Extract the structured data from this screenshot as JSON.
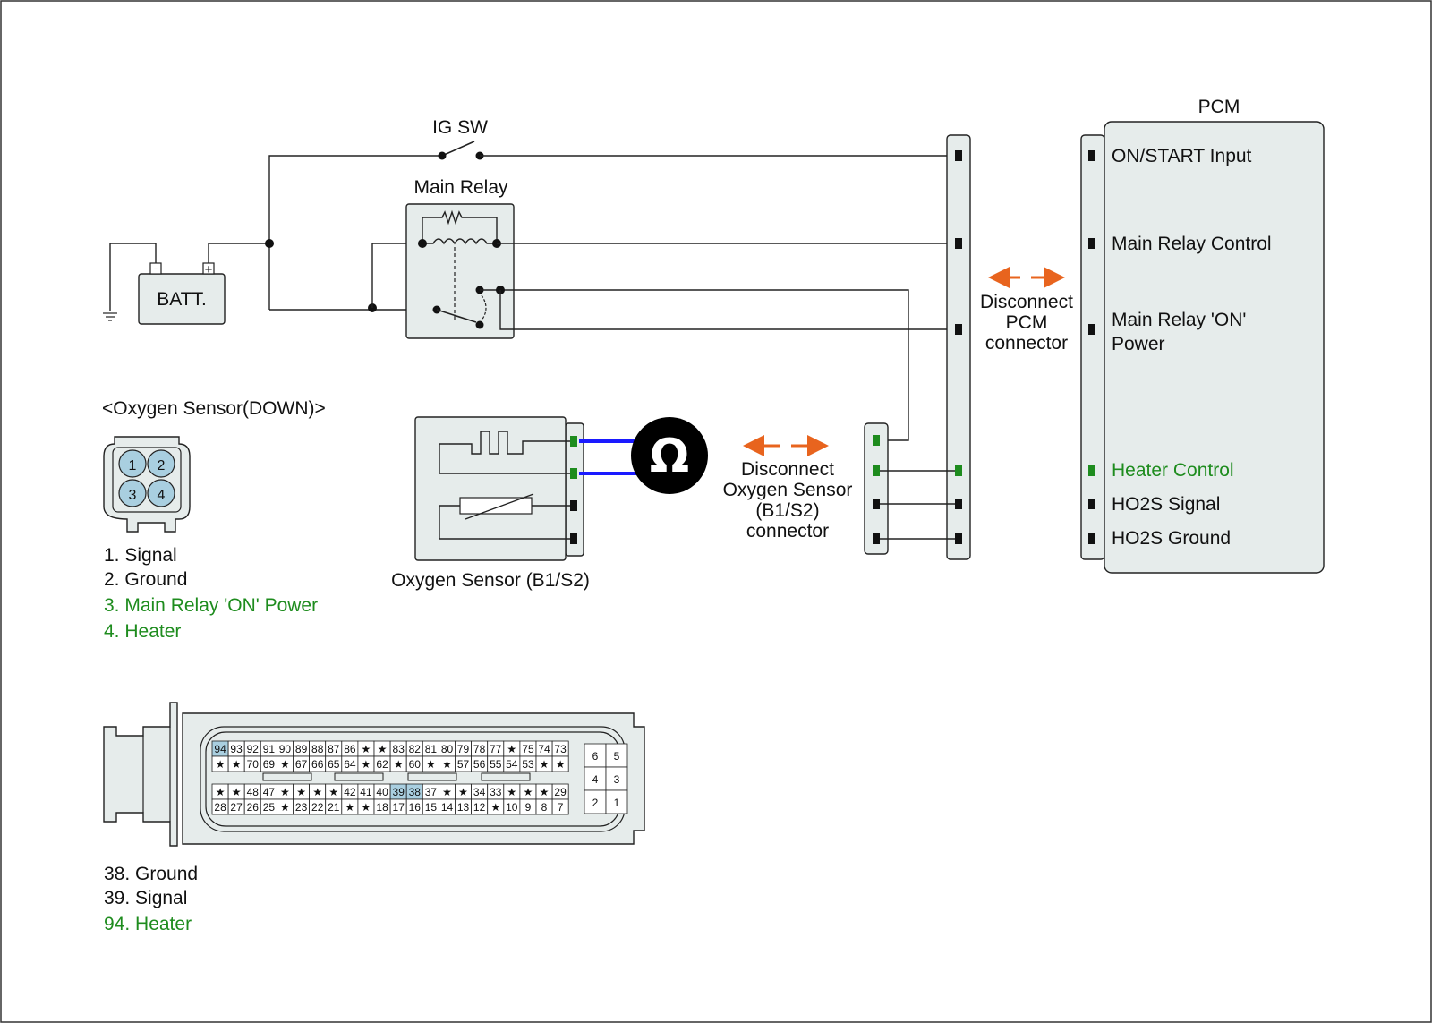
{
  "labels": {
    "ig_sw": "IG SW",
    "main_relay": "Main Relay",
    "batt": "BATT.",
    "batt_minus": "-",
    "batt_plus": "+",
    "pcm": "PCM",
    "o2_sensor_down_title": "<Oxygen Sensor(DOWN)>",
    "o2_sensor_b1s2": "Oxygen Sensor (B1/S2)",
    "ohm_symbol": "Ω",
    "disconnect_pcm": [
      "Disconnect",
      "PCM",
      "connector"
    ],
    "disconnect_o2": [
      "Disconnect",
      "Oxygen Sensor",
      "(B1/S2)",
      "connector"
    ]
  },
  "pcm_pins": [
    {
      "label": "ON/START Input",
      "highlight": false
    },
    {
      "label": "Main Relay Control",
      "highlight": false
    },
    {
      "label": "Main Relay 'ON'",
      "highlight": false
    },
    {
      "label": "Power",
      "highlight": false
    },
    {
      "label": "Heater Control",
      "highlight": true
    },
    {
      "label": "HO2S  Signal",
      "highlight": false
    },
    {
      "label": "HO2S  Ground",
      "highlight": false
    }
  ],
  "o2_pin_numbers": [
    "1",
    "2",
    "3",
    "4"
  ],
  "o2_pin_legend": [
    {
      "text": "1. Signal",
      "highlight": false
    },
    {
      "text": "2. Ground",
      "highlight": false
    },
    {
      "text": "3. Main Relay 'ON' Power",
      "highlight": true
    },
    {
      "text": "4. Heater",
      "highlight": true
    }
  ],
  "pcm_connector": {
    "row1": [
      "94",
      "93",
      "92",
      "91",
      "90",
      "89",
      "88",
      "87",
      "86",
      "★",
      "★",
      "83",
      "82",
      "81",
      "80",
      "79",
      "78",
      "77",
      "★",
      "75",
      "74",
      "73"
    ],
    "row2": [
      "★",
      "★",
      "70",
      "69",
      "★",
      "67",
      "66",
      "65",
      "64",
      "★",
      "62",
      "★",
      "60",
      "★",
      "★",
      "57",
      "56",
      "55",
      "54",
      "53",
      "★",
      "★"
    ],
    "row3": [
      "★",
      "★",
      "48",
      "47",
      "★",
      "★",
      "★",
      "★",
      "42",
      "41",
      "40",
      "39",
      "38",
      "37",
      "★",
      "★",
      "34",
      "33",
      "★",
      "★",
      "★",
      "29"
    ],
    "row4": [
      "28",
      "27",
      "26",
      "25",
      "★",
      "23",
      "22",
      "21",
      "★",
      "★",
      "18",
      "17",
      "16",
      "15",
      "14",
      "13",
      "12",
      "★",
      "10",
      "9",
      "8",
      "7"
    ],
    "highlighted": [
      "94",
      "39",
      "38"
    ],
    "small_block": [
      [
        "6",
        "5"
      ],
      [
        "4",
        "3"
      ],
      [
        "2",
        "1"
      ]
    ]
  },
  "pcm_pin_legend": [
    {
      "text": "38. Ground",
      "highlight": false
    },
    {
      "text": "39. Signal",
      "highlight": false
    },
    {
      "text": "94. Heater",
      "highlight": true
    }
  ],
  "colors": {
    "highlight_green": "#1e8c1e",
    "arrow_orange": "#e8641e",
    "meter_wire_blue": "#1a1aff",
    "pin_highlight_blue": "#a9cfe0",
    "connector_fill": "#e6eceb"
  }
}
